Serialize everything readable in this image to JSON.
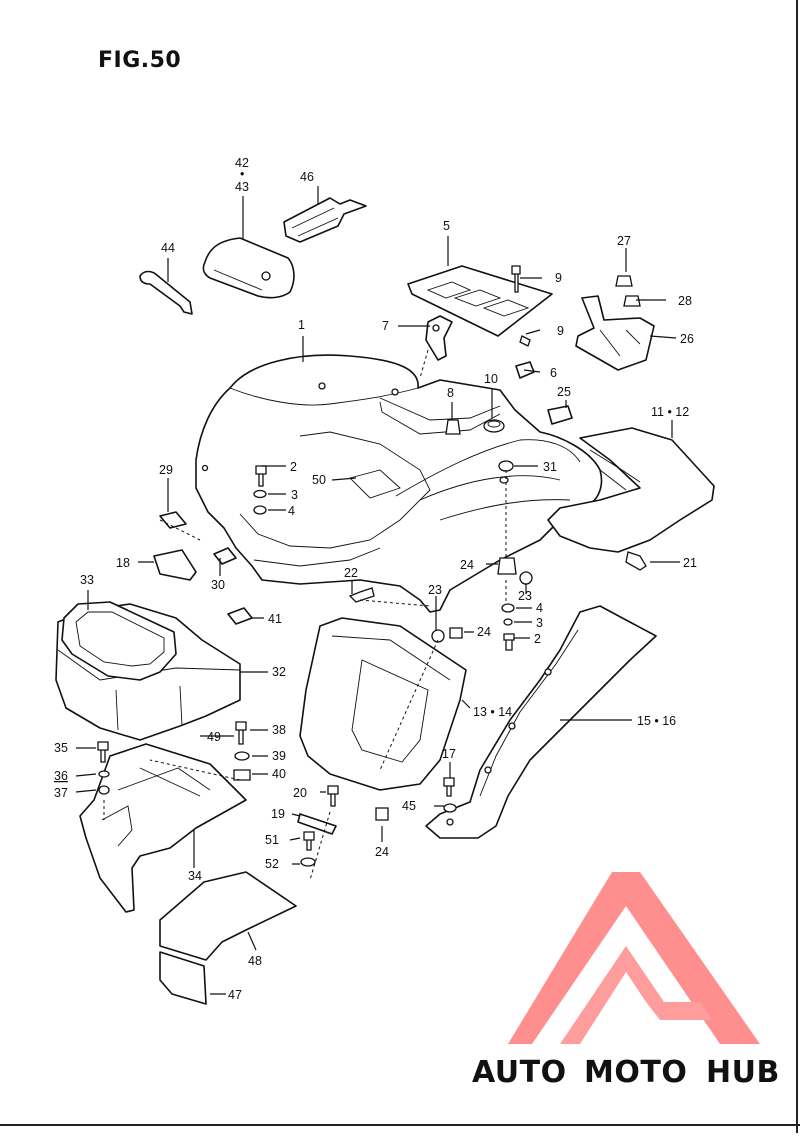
{
  "figure": {
    "title": "FIG.50"
  },
  "callouts": [
    {
      "id": "42",
      "label": "42"
    },
    {
      "id": "dot",
      "label": "•"
    },
    {
      "id": "43",
      "label": "43"
    },
    {
      "id": "46",
      "label": "46"
    },
    {
      "id": "44",
      "label": "44"
    },
    {
      "id": "5",
      "label": "5"
    },
    {
      "id": "9a",
      "label": "9"
    },
    {
      "id": "27",
      "label": "27"
    },
    {
      "id": "28",
      "label": "28"
    },
    {
      "id": "26",
      "label": "26"
    },
    {
      "id": "7",
      "label": "7"
    },
    {
      "id": "9b",
      "label": "9"
    },
    {
      "id": "6",
      "label": "6"
    },
    {
      "id": "1",
      "label": "1"
    },
    {
      "id": "8",
      "label": "8"
    },
    {
      "id": "10",
      "label": "10"
    },
    {
      "id": "25",
      "label": "25"
    },
    {
      "id": "11_12",
      "label": "11 • 12"
    },
    {
      "id": "2a",
      "label": "2"
    },
    {
      "id": "3a",
      "label": "3"
    },
    {
      "id": "4a",
      "label": "4"
    },
    {
      "id": "29",
      "label": "29"
    },
    {
      "id": "50",
      "label": "50"
    },
    {
      "id": "31",
      "label": "31"
    },
    {
      "id": "21",
      "label": "21"
    },
    {
      "id": "18",
      "label": "18"
    },
    {
      "id": "30",
      "label": "30"
    },
    {
      "id": "22",
      "label": "22"
    },
    {
      "id": "23a",
      "label": "23"
    },
    {
      "id": "24a",
      "label": "24"
    },
    {
      "id": "23b",
      "label": "23"
    },
    {
      "id": "4b",
      "label": "4"
    },
    {
      "id": "3b",
      "label": "3"
    },
    {
      "id": "2b",
      "label": "2"
    },
    {
      "id": "24b",
      "label": "24"
    },
    {
      "id": "33",
      "label": "33"
    },
    {
      "id": "41",
      "label": "41"
    },
    {
      "id": "32",
      "label": "32"
    },
    {
      "id": "13_14",
      "label": "13 • 14"
    },
    {
      "id": "15_16",
      "label": "15 • 16"
    },
    {
      "id": "38",
      "label": "38"
    },
    {
      "id": "49",
      "label": "49"
    },
    {
      "id": "35",
      "label": "35"
    },
    {
      "id": "39",
      "label": "39"
    },
    {
      "id": "36",
      "label": "36"
    },
    {
      "id": "40",
      "label": "40"
    },
    {
      "id": "37",
      "label": "37"
    },
    {
      "id": "17",
      "label": "17"
    },
    {
      "id": "20",
      "label": "20"
    },
    {
      "id": "45",
      "label": "45"
    },
    {
      "id": "19",
      "label": "19"
    },
    {
      "id": "24c",
      "label": "24"
    },
    {
      "id": "51",
      "label": "51"
    },
    {
      "id": "52",
      "label": "52"
    },
    {
      "id": "34",
      "label": "34"
    },
    {
      "id": "48",
      "label": "48"
    },
    {
      "id": "47",
      "label": "47"
    }
  ],
  "watermark": {
    "brand_part1": "AUTO",
    "brand_part2": "MOTO",
    "brand_part3": "HUB",
    "color_primary": "#ff6f6f",
    "color_secondary": "#f5b98a",
    "color_tertiary": "#9a9a9a"
  }
}
